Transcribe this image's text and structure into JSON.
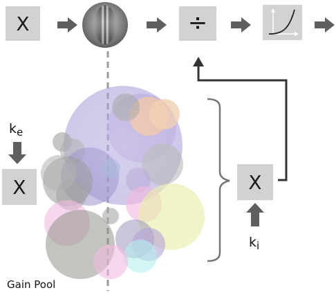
{
  "pipeline": {
    "multiply_symbol": "X",
    "divide_symbol": "÷"
  },
  "gain_pool": {
    "label": "Gain Pool",
    "multiply_symbol_left": "X",
    "multiply_symbol_right": "X"
  },
  "constants": {
    "excitatory_base": "k",
    "excitatory_sub": "e",
    "inhibitory_base": "k",
    "inhibitory_sub": "i"
  },
  "colors": {
    "box_fill": "#d2d2d2",
    "arrow": "#5f5f5f",
    "feedback_line": "#333333",
    "dashed_axis": "#9a9a9a"
  }
}
